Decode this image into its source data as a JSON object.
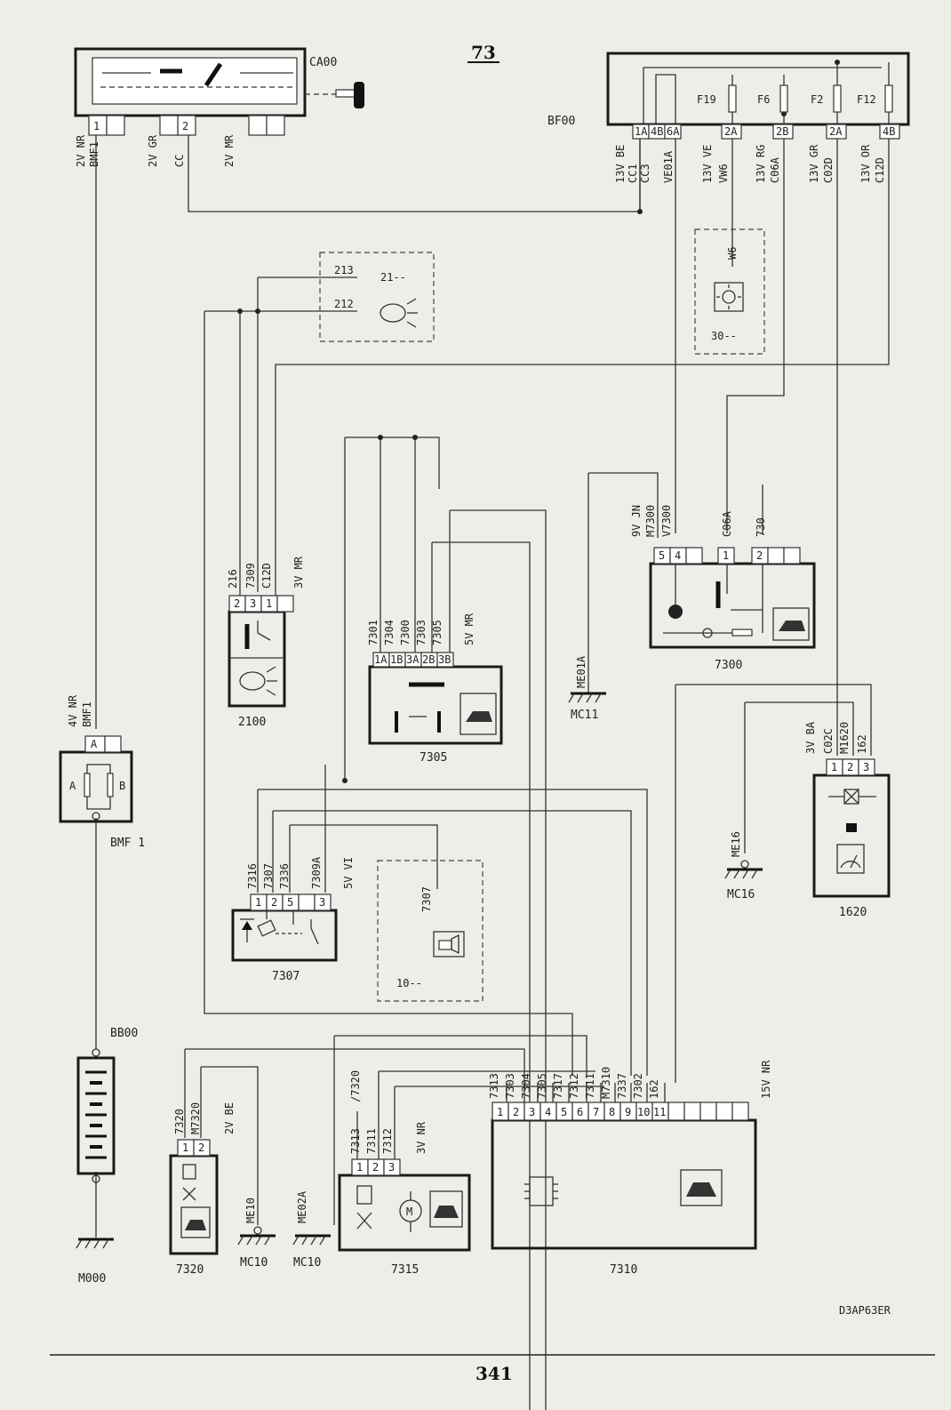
{
  "header": {
    "diagram_no": "73"
  },
  "footer": {
    "page_no": "341",
    "drawing_ref": "D3AP63ER"
  },
  "components": {
    "CA00": {
      "label": "CA00",
      "pins": [
        "1",
        "2"
      ]
    },
    "BF00": {
      "label": "BF00",
      "fuses": [
        "F19",
        "F6",
        "F2",
        "F12"
      ],
      "pins": [
        "1A",
        "4B",
        "6A",
        "2A",
        "2B",
        "2A",
        "4B"
      ]
    },
    "BMF1": {
      "label": "BMF 1",
      "pins": [
        "A",
        "A",
        "B"
      ]
    },
    "BB00": {
      "label": "BB00"
    },
    "M000": {
      "label": "M000"
    },
    "c2100": {
      "label": "2100",
      "pins": [
        "2",
        "3",
        "1"
      ]
    },
    "c7305": {
      "label": "7305",
      "pins": [
        "1A",
        "1B",
        "3A",
        "2B",
        "3B"
      ]
    },
    "c7300": {
      "label": "7300",
      "pins": [
        "5",
        "4",
        "1",
        "2"
      ]
    },
    "c7307": {
      "label": "7307",
      "pins": [
        "1",
        "2",
        "5",
        "3"
      ]
    },
    "c1620": {
      "label": "1620",
      "pins": [
        "1",
        "2",
        "3"
      ]
    },
    "c7320": {
      "label": "7320",
      "pins": [
        "1",
        "2"
      ]
    },
    "c7315": {
      "label": "7315",
      "pins": [
        "1",
        "2",
        "3"
      ]
    },
    "c7310": {
      "label": "7310",
      "pins": [
        "1",
        "2",
        "3",
        "4",
        "5",
        "6",
        "7",
        "8",
        "9",
        "10",
        "11"
      ]
    },
    "ref_213": {
      "wires": [
        "213",
        "212"
      ],
      "ref": "21--"
    },
    "ref_W6": {
      "wire": "W6",
      "ref": "30--"
    },
    "ref_7307": {
      "wire": "7307",
      "ref": "10--"
    }
  },
  "grounds": {
    "MC11": {
      "label": "MC11",
      "wire": "ME01A"
    },
    "MC16": {
      "label": "MC16",
      "wire": "ME16"
    },
    "MC10a": {
      "label": "MC10",
      "wire": "ME10"
    },
    "MC10b": {
      "label": "MC10",
      "wire": "ME02A"
    }
  },
  "wire_labels": {
    "ca00_1": [
      "2V NR",
      "BMF1"
    ],
    "ca00_2": [
      "2V GR",
      "CC"
    ],
    "ca00_3": [
      "2V MR"
    ],
    "bf00_1": [
      "13V BE",
      "CC1",
      "CC3",
      "VE01A"
    ],
    "bf00_2": [
      "13V VE",
      "VW6"
    ],
    "bf00_3": [
      "13V RG",
      "C06A"
    ],
    "bf00_4": [
      "13V GR",
      "C02D"
    ],
    "bf00_5": [
      "13V OR",
      "C12D"
    ],
    "c2100": [
      "216",
      "7309",
      "C12D",
      "3V MR"
    ],
    "bmf1": [
      "4V NR",
      "BMF1"
    ],
    "c7305": [
      "7301",
      "7304",
      "7300",
      "7303",
      "7305",
      "5V MR"
    ],
    "c7300": [
      "9V JN",
      "M7300",
      "V7300",
      "C06A",
      "730"
    ],
    "c1620": [
      "3V BA",
      "C02C",
      "M1620",
      "162"
    ],
    "c7307": [
      "7316",
      "7307",
      "7336",
      "7309A",
      "5V VI"
    ],
    "c7320": [
      "7320",
      "M7320",
      "2V BE"
    ],
    "c7315": [
      "7313",
      "7311",
      "7312",
      "/7320",
      "3V NR"
    ],
    "c7310": [
      "7313",
      "7303",
      "7304",
      "7305",
      "7317",
      "7312",
      "7311",
      "M7310",
      "7337",
      "7302",
      "162",
      "15V NR"
    ]
  }
}
